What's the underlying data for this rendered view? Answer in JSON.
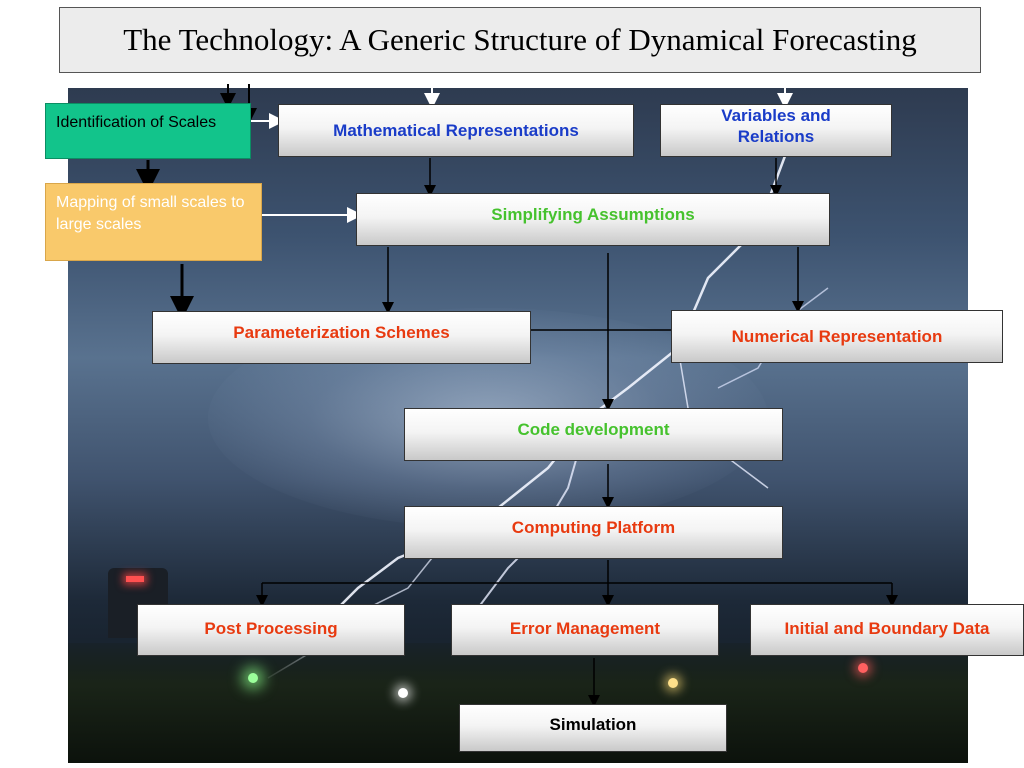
{
  "title": "The Technology: A Generic Structure of Dynamical Forecasting",
  "nodes": {
    "identification_of_scales": "Identification of Scales",
    "mapping_scales": "Mapping of small scales to large scales",
    "mathematical_representations": "Mathematical Representations",
    "variables_and_relations": "Variables and Relations",
    "simplifying_assumptions": "Simplifying Assumptions",
    "parameterization_schemes": "Parameterization Schemes",
    "numerical_representation": "Numerical Representation",
    "code_development": "Code development",
    "computing_platform": "Computing Platform",
    "post_processing": "Post Processing",
    "error_management": "Error Management",
    "initial_and_boundary_data": "Initial and Boundary Data",
    "simulation": "Simulation"
  },
  "colors": {
    "blue_text": "#1a3cc8",
    "green_text": "#46c22e",
    "red_text": "#e83a10",
    "scales_box": "#12c48b",
    "mapping_box": "#f9c96b"
  }
}
